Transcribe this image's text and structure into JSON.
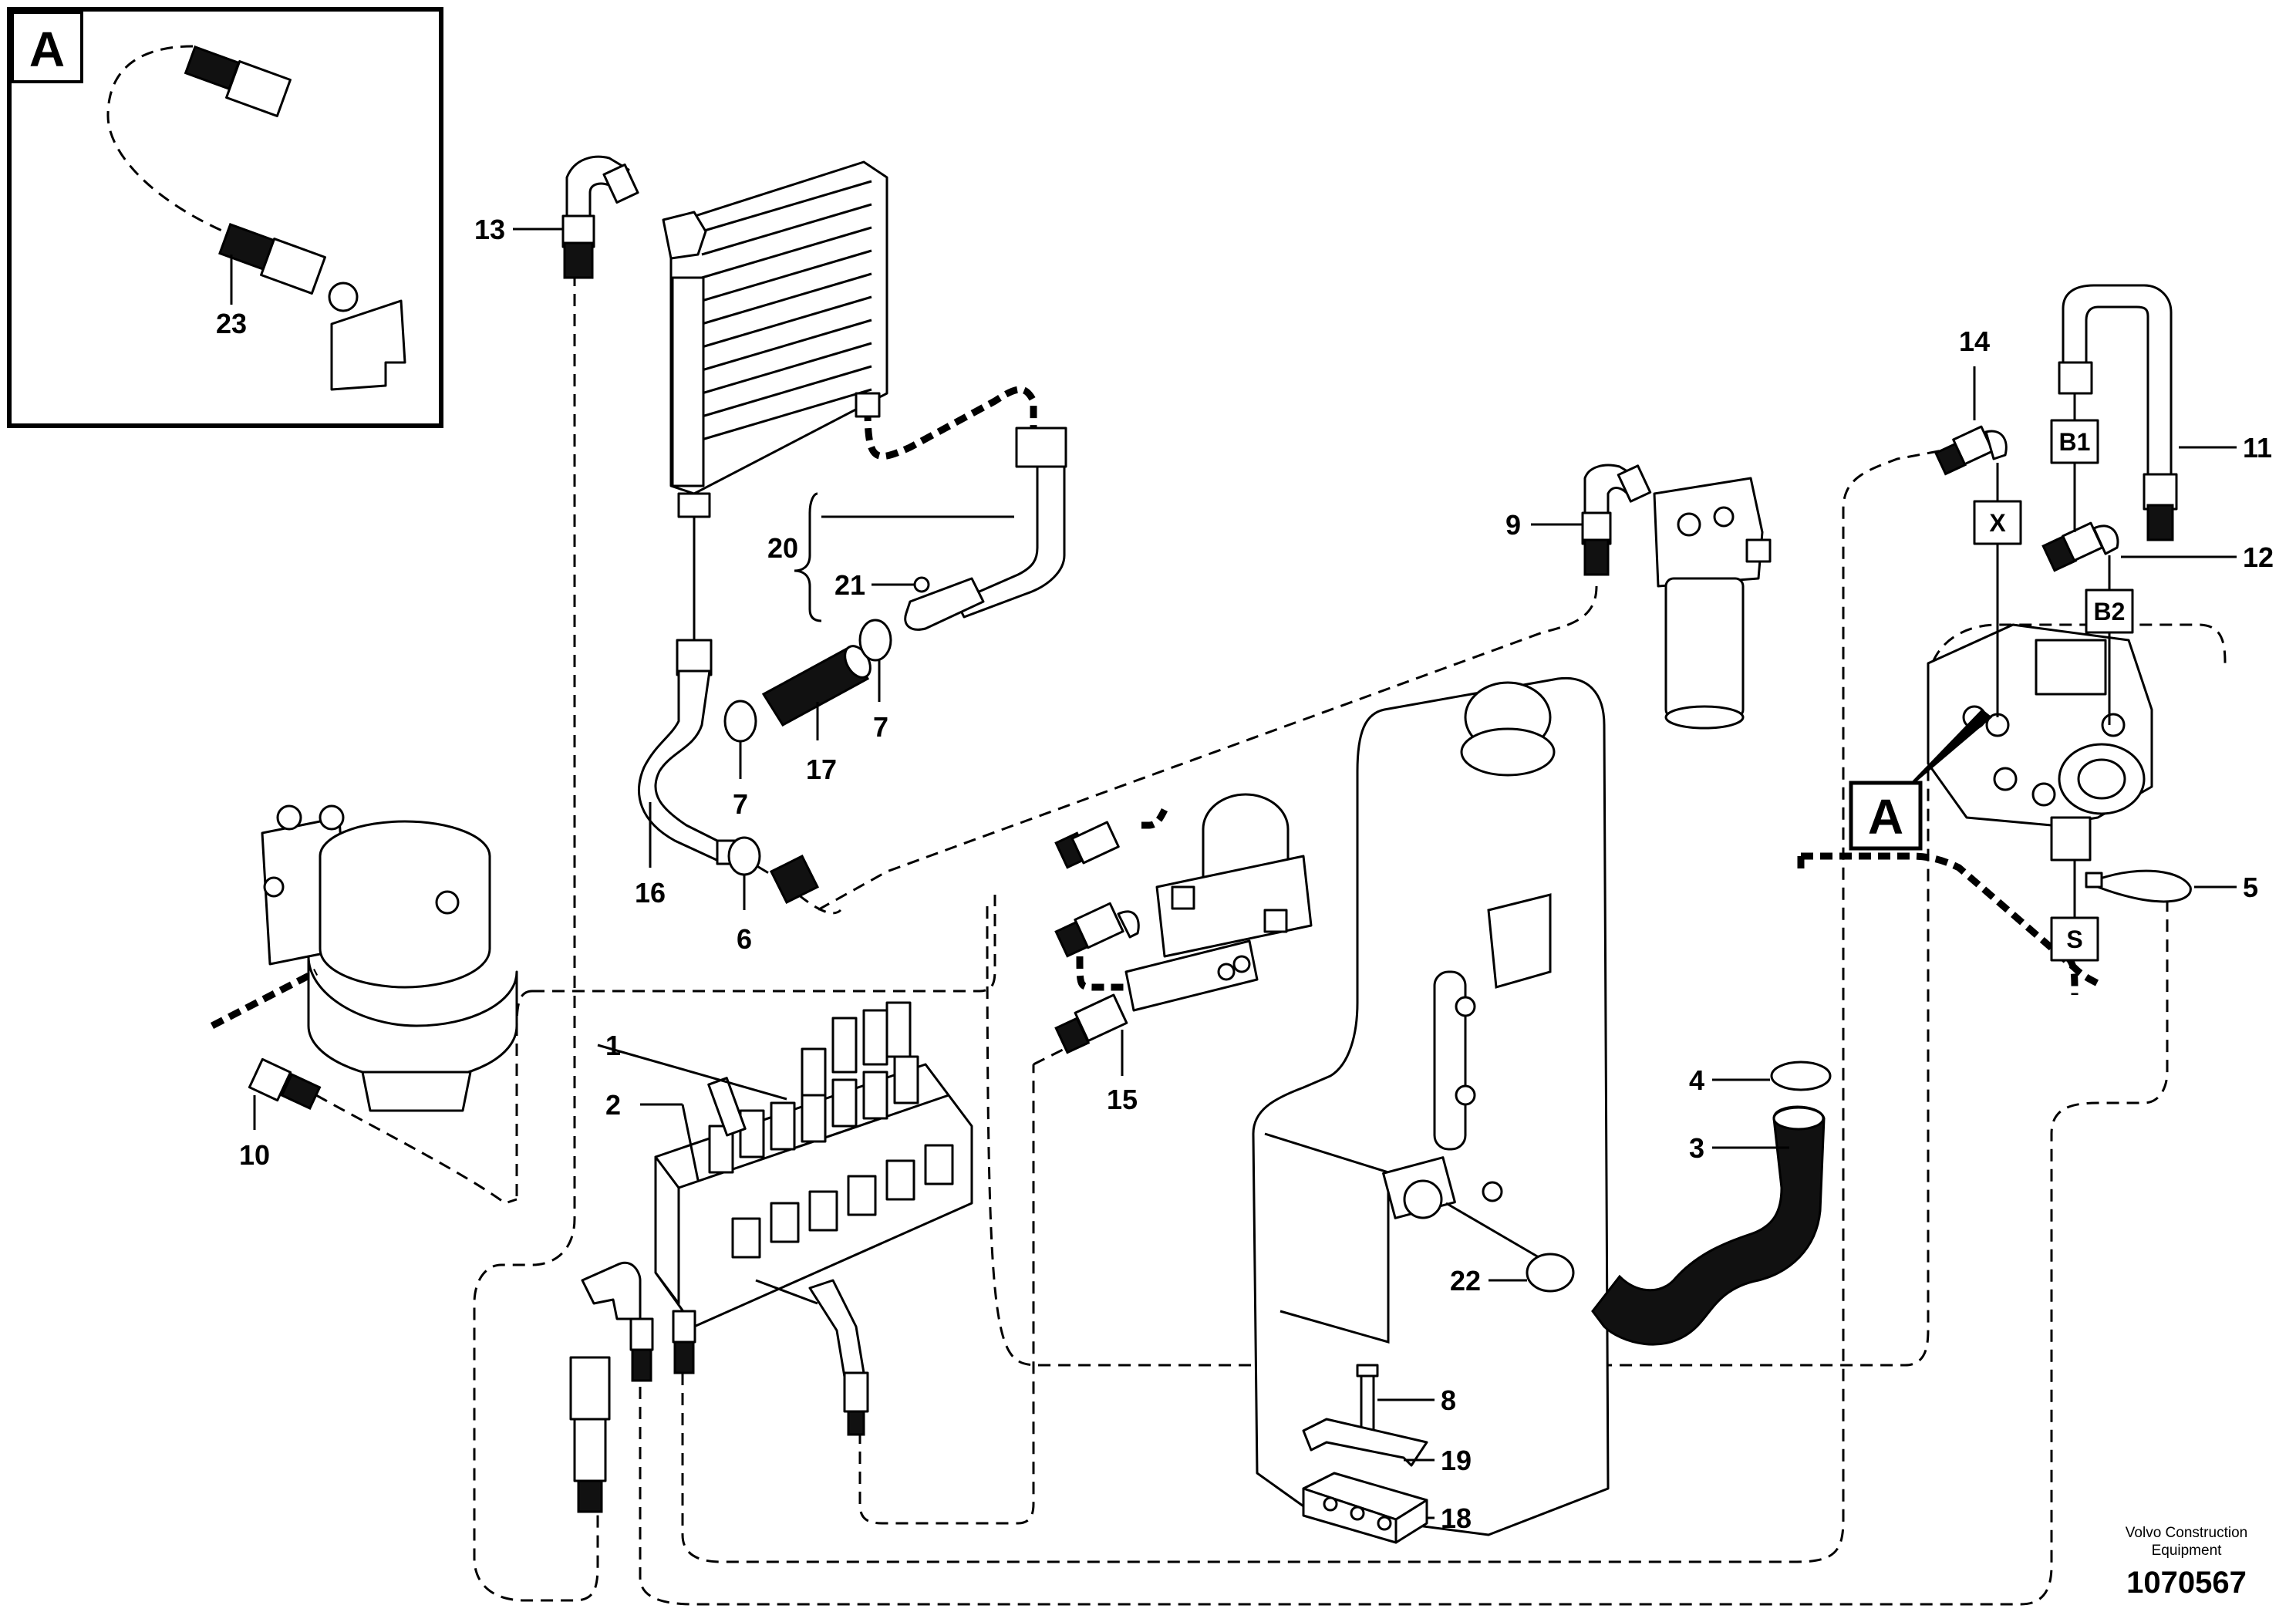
{
  "detail_view": {
    "label": "A",
    "part_number": "23"
  },
  "view_reference": {
    "label": "A"
  },
  "connection_points": {
    "b1": "B1",
    "x": "X",
    "b2": "B2",
    "s": "S"
  },
  "callouts": {
    "c1": "1",
    "c2": "2",
    "c3": "3",
    "c4": "4",
    "c5": "5",
    "c6": "6",
    "c7a": "7",
    "c7b": "7",
    "c8": "8",
    "c9": "9",
    "c10": "10",
    "c11": "11",
    "c12": "12",
    "c13": "13",
    "c14": "14",
    "c15": "15",
    "c16": "16",
    "c17": "17",
    "c18": "18",
    "c19": "19",
    "c20": "20",
    "c21": "21",
    "c22": "22"
  },
  "footer": {
    "company": "Volvo Construction",
    "company_line2": "Equipment",
    "document_number": "1070567"
  }
}
